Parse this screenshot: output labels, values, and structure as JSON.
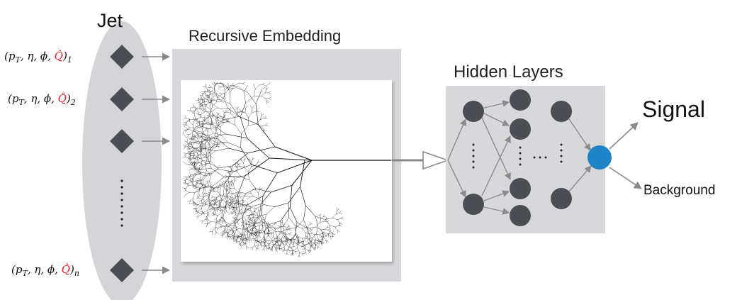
{
  "labels": {
    "jet": "Jet",
    "recursive_embedding": "Recursive Embedding",
    "hidden_layers": "Hidden Layers",
    "signal": "Signal",
    "background": "Background"
  },
  "inputs": [
    {
      "prefix": "(p",
      "sub_t": "T",
      "middle": ", η, ϕ, ",
      "q": "Q̂",
      "suffix": ")",
      "index": "1"
    },
    {
      "prefix": "(p",
      "sub_t": "T",
      "middle": ", η, ϕ, ",
      "q": "Q̂",
      "suffix": ")",
      "index": "2"
    },
    {
      "prefix": "(p",
      "sub_t": "T",
      "middle": ", η, ϕ, ",
      "q": "Q̂",
      "suffix": ")",
      "index": "n"
    }
  ],
  "colors": {
    "jet_ellipse": "#d4d5d8",
    "node": "#4a4d54",
    "panel": "#d7d8db",
    "arrow": "#8a8a8a",
    "output_node": "#1d84c6",
    "charge_highlight": "#e02020"
  },
  "icons": {
    "input_node": "diamond-node-icon",
    "hidden_node": "circle-node-icon",
    "output_node": "output-node-icon",
    "embedding_image": "recursive-tree-icon"
  }
}
